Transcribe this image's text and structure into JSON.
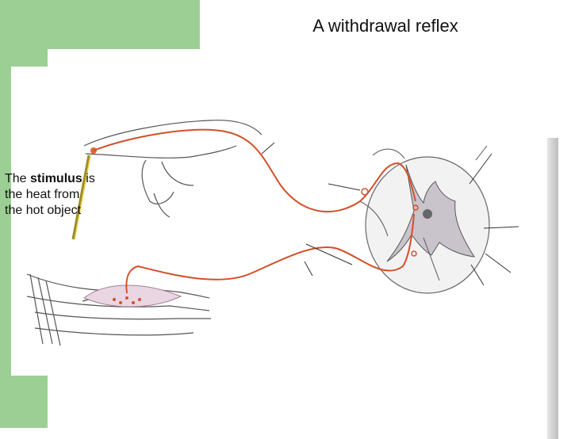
{
  "title": "A withdrawal reflex",
  "caption": {
    "prefix": "The ",
    "keyword": "stimulus",
    "rest_line1": " is the heat from",
    "line2": "the hot object"
  },
  "colors": {
    "slide_green": "#9ccf94",
    "nerve_red": "#d2502a",
    "grey_matter": "#c9c4cc",
    "muscle_pink": "#ead6e2"
  }
}
